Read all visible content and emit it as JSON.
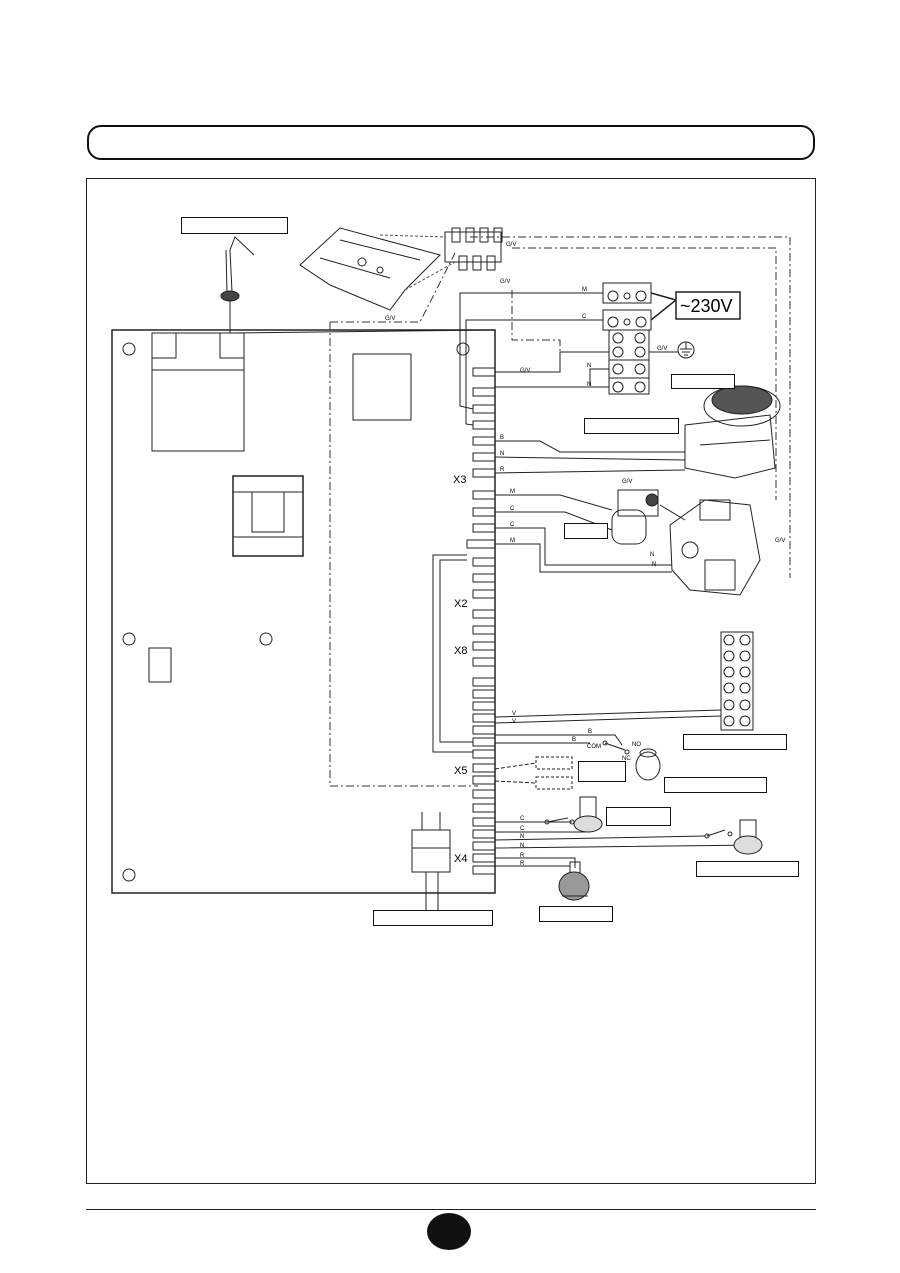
{
  "page": {
    "title": "",
    "page_number": ""
  },
  "connectors": {
    "x3": "X3",
    "x2": "X2",
    "x8": "X8",
    "x5": "X5",
    "x4": "X4"
  },
  "supply": {
    "voltage": "~230V"
  },
  "wire_codes": {
    "gv": "G/V",
    "m": "M",
    "c": "C",
    "n": "N",
    "b": "B",
    "r": "R",
    "v": "V",
    "com": "COM",
    "no": "NO",
    "nc": "NC"
  },
  "component_labels": {
    "electrode": "",
    "transformer_block": "",
    "fan": "",
    "pump": "",
    "ntc_probe": "",
    "pressure_switch": "",
    "safety_thermostat": "",
    "limit_thermostat": "",
    "bridge": "",
    "flow_switch": "",
    "room_thermostat": ""
  }
}
